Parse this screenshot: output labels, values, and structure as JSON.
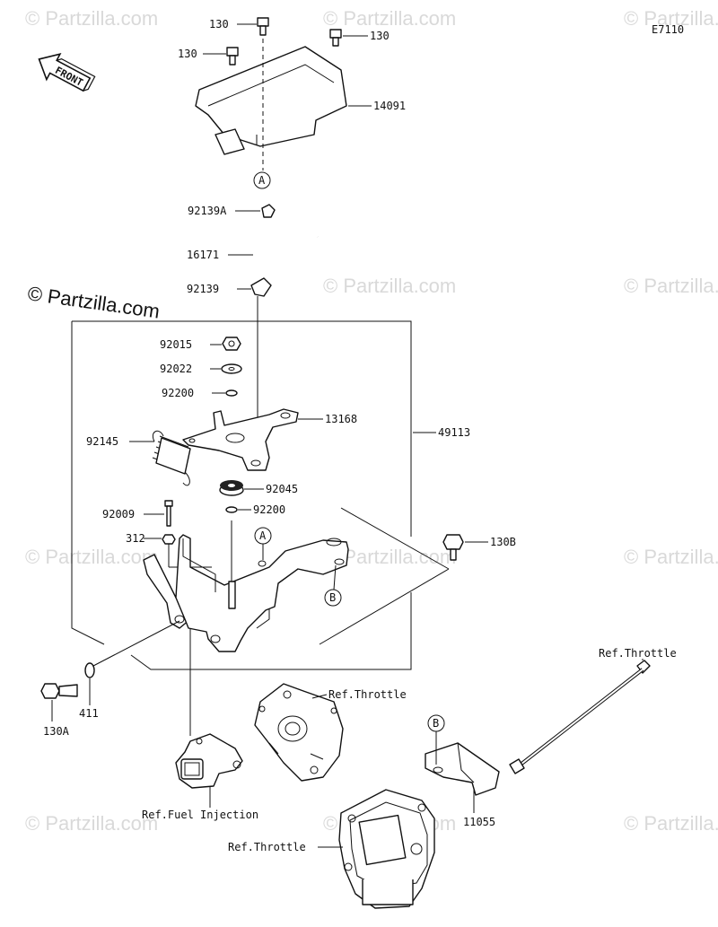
{
  "diagram_code": "E7110",
  "front_label": "FRONT",
  "watermark_text": "© Partzilla.com",
  "watermark_main": "© Partzilla.com",
  "parts": {
    "p130_top": "130",
    "p130_left": "130",
    "p130_right": "130",
    "p14091": "14091",
    "p92139a": "92139A",
    "p16171": "16171",
    "p92139": "92139",
    "p92015": "92015",
    "p92022": "92022",
    "p92200_top": "92200",
    "p13168": "13168",
    "p49113": "49113",
    "p92145": "92145",
    "p92045": "92045",
    "p92009": "92009",
    "p92200_bot": "92200",
    "p312": "312",
    "p130b": "130B",
    "p130a": "130A",
    "p411": "411",
    "p11055": "11055"
  },
  "refs": {
    "throttle_mid": "Ref.Throttle",
    "throttle_right": "Ref.Throttle",
    "throttle_bottom": "Ref.Throttle",
    "fuel_injection": "Ref.Fuel Injection"
  },
  "callouts": {
    "a_top": "A",
    "a_mid": "A",
    "b_mid": "B",
    "b_low": "B"
  },
  "colors": {
    "line": "#111111",
    "watermark": "#d9d9d9",
    "background": "#ffffff"
  }
}
